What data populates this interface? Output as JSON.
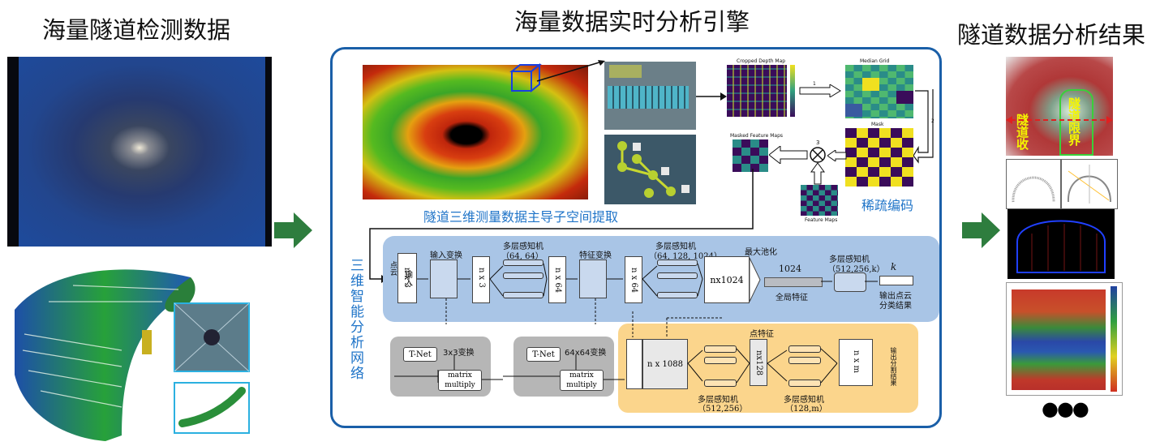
{
  "left": {
    "title": "海量隧道检测数据"
  },
  "center": {
    "title": "海量数据实时分析引擎",
    "extract_label": "隧道三维测量数据主导子空间提取",
    "sparse_label": "稀疏编码",
    "network_label": "三维智能分析网络",
    "cnn": {
      "cropped_depth_map": "Cropped Depth Map",
      "median_grid": "Median Grid",
      "mask": "Mask",
      "masked_feature_maps": "Masked Feature Maps",
      "feature_maps": "Feature Maps",
      "step1": "1",
      "step2": "2",
      "step3": "3"
    },
    "pointnet": {
      "input_v1": "输入",
      "input_v2": "点云",
      "n3": "n x 3",
      "input_transform": "输入变换",
      "n3b": "n x 3",
      "mlp1": "多层感知机",
      "mlp1_dims": "（64, 64）",
      "n64": "n x 64",
      "feature_transform": "特征变换",
      "n64b": "n x 64",
      "mlp2": "多层感知机",
      "mlp2_dims": "（64, 128, 1024）",
      "nx1024": "nx1024",
      "maxpool": "最大池化",
      "gf_1024": "1024",
      "global_feature": "全局特征",
      "mlp3": "多层感知机",
      "mlp3_dims": "（512,256,k）",
      "k": "k",
      "out_cls_1": "输出点云",
      "out_cls_2": "分类结果",
      "tnet1": "T-Net",
      "tr33": "3x3变换",
      "matmul1a": "matrix",
      "matmul1b": "multiply",
      "tnet2": "T-Net",
      "tr64": "64x64变换",
      "matmul2a": "matrix",
      "matmul2b": "multiply",
      "n1088": "n x 1088",
      "point_feature": "点特征",
      "nx128": "nx128",
      "nxm": "n x m",
      "out_seg": "输出分割结果",
      "mlp4": "多层感知机",
      "mlp4_dims": "（512,256）",
      "mlp5": "多层感知机",
      "mlp5_dims": "（128,m）"
    }
  },
  "right": {
    "title": "隧道数据分析结果",
    "left_tag": "隧道收",
    "right_tag": "隧道限界",
    "ellipsis": "●●●"
  },
  "colors": {
    "accent_blue": "#1f74c8",
    "arrow_green": "#2e7d3e",
    "frame_blue": "#1a5fa8"
  }
}
